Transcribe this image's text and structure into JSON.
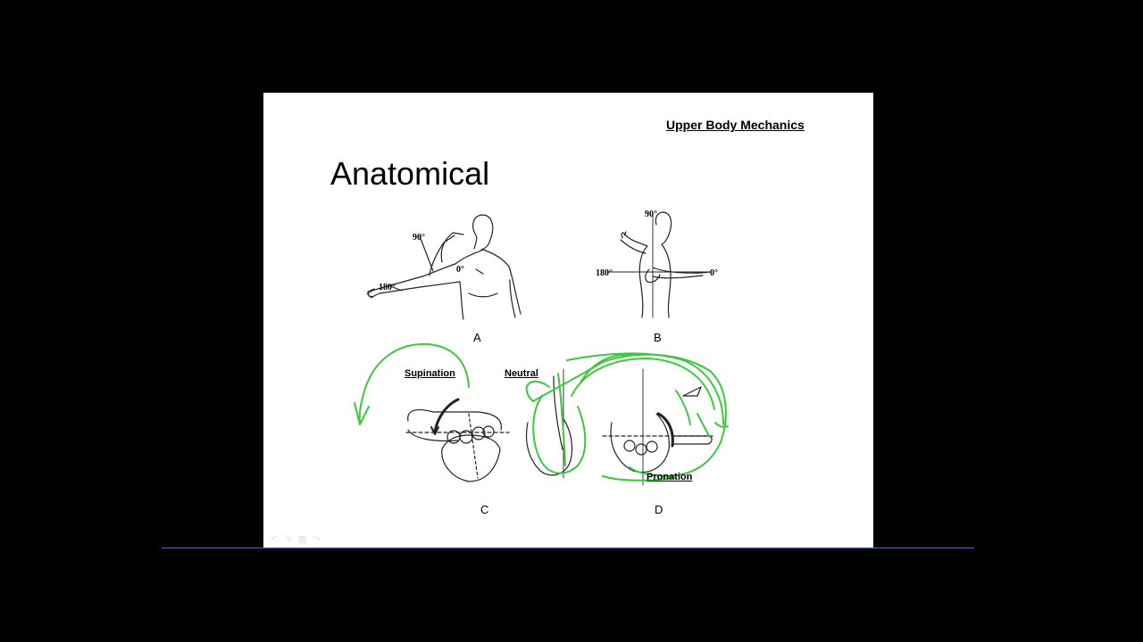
{
  "slide": {
    "header": "Upper Body Mechanics",
    "title": "Anatomical"
  },
  "figures": {
    "a": {
      "label": "A",
      "angle_90": "90°",
      "angle_0": "0°",
      "angle_180": "180°"
    },
    "b": {
      "label": "B",
      "angle_90": "90°",
      "angle_0": "0°",
      "angle_180": "180°"
    },
    "c": {
      "label": "C",
      "term": "Supination"
    },
    "d": {
      "label": "D",
      "term_neutral": "Neutral",
      "term_pronation": "Pronation"
    }
  },
  "annotation_color": "#3cc83c",
  "toolbar_icons": [
    "back-arrow-icon",
    "pen-icon",
    "slides-icon",
    "forward-arrow-icon"
  ]
}
